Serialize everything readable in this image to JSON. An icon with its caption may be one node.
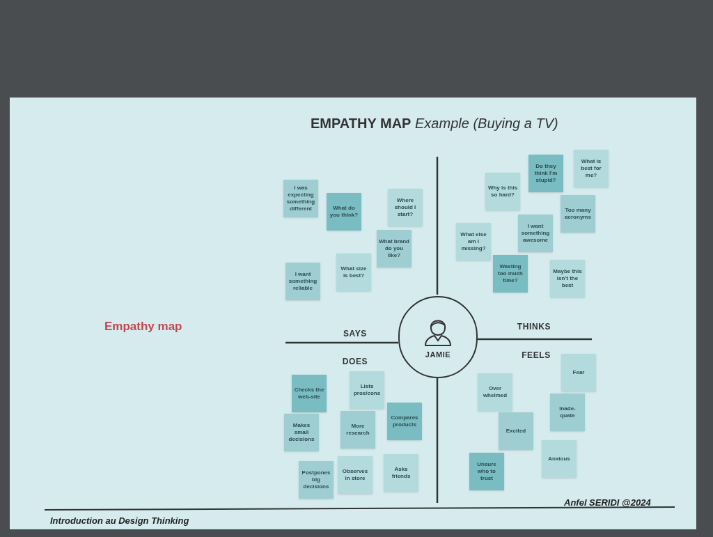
{
  "diagram": {
    "title": "**EMPATHY MAP** *Example (Buying a TV)*",
    "nodes": [
      {
        "text": [
          "JAMIE"
        ]
      },
      {
        "text": [
          "I was expecting something different"
        ]
      },
      {
        "text": [
          "What do you think?"
        ]
      },
      {
        "text": [
          "Where should I start?"
        ]
      },
      {
        "text": [
          "What brand do you like?"
        ]
      },
      {
        "text": [
          "What size is best?"
        ]
      },
      {
        "text": [
          "I want something reliable"
        ]
      },
      {
        "text": [
          "Why is this so hard?"
        ]
      },
      {
        "text": [
          "Do they think I'm stupid?"
        ]
      },
      {
        "text": [
          "What is best for me?"
        ]
      },
      {
        "text": [
          "Too many acronyms"
        ]
      },
      {
        "text": [
          "What else am I missing?"
        ]
      },
      {
        "text": [
          "I want something awesome"
        ]
      },
      {
        "text": [
          "Wasting too much time?"
        ]
      },
      {
        "text": [
          "Maybe this isn't the best"
        ]
      },
      {
        "text": [
          "Checks the web-site"
        ]
      },
      {
        "text": [
          "Lists pros/cons"
        ]
      },
      {
        "text": [
          "Makes small decisions"
        ]
      },
      {
        "text": [
          "More research"
        ]
      },
      {
        "text": [
          "Compares products"
        ]
      },
      {
        "text": [
          "Postpones big decisions"
        ]
      },
      {
        "text": [
          "Observes in store"
        ]
      },
      {
        "text": [
          "Asks friends"
        ]
      },
      {
        "text": [
          "Fear"
        ]
      },
      {
        "text": [
          "Over whelmed"
        ]
      },
      {
        "text": [
          "Inade-quate"
        ]
      },
      {
        "text": [
          "Excited"
        ]
      },
      {
        "text": [
          "Unsure who to trust"
        ]
      },
      {
        "text": [
          "Anxious"
        ]
      }
    ],
    "edges": [],
    "labels": [
      "Empathy map",
      "SAYS",
      "THINKS",
      "DOES",
      "FEELS",
      "Introduction au Design Thinking",
      "Anfel SERIDI @2024"
    ]
  }
}
